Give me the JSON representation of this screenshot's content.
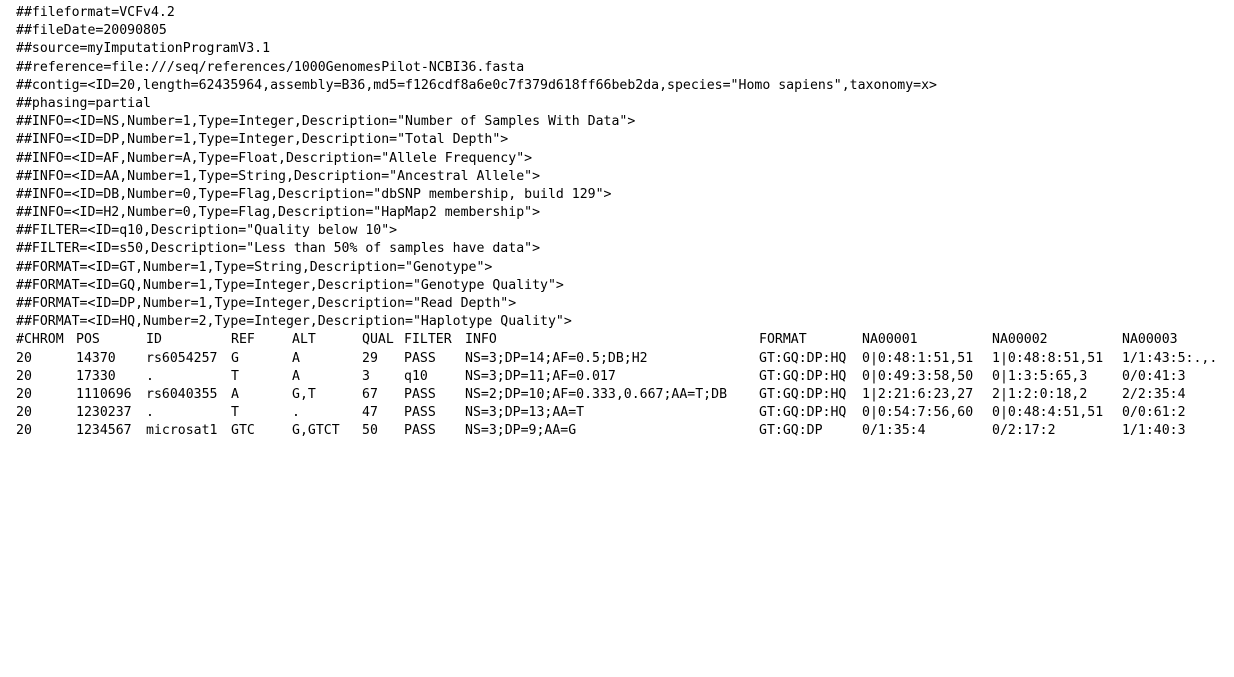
{
  "meta_lines": [
    "##fileformat=VCFv4.2",
    "##fileDate=20090805",
    "##source=myImputationProgramV3.1",
    "##reference=file:///seq/references/1000GenomesPilot-NCBI36.fasta",
    "##contig=<ID=20,length=62435964,assembly=B36,md5=f126cdf8a6e0c7f379d618ff66beb2da,species=\"Homo sapiens\",taxonomy=x>",
    "##phasing=partial",
    "##INFO=<ID=NS,Number=1,Type=Integer,Description=\"Number of Samples With Data\">",
    "##INFO=<ID=DP,Number=1,Type=Integer,Description=\"Total Depth\">",
    "##INFO=<ID=AF,Number=A,Type=Float,Description=\"Allele Frequency\">",
    "##INFO=<ID=AA,Number=1,Type=String,Description=\"Ancestral Allele\">",
    "##INFO=<ID=DB,Number=0,Type=Flag,Description=\"dbSNP membership, build 129\">",
    "##INFO=<ID=H2,Number=0,Type=Flag,Description=\"HapMap2 membership\">",
    "##FILTER=<ID=q10,Description=\"Quality below 10\">",
    "##FILTER=<ID=s50,Description=\"Less than 50% of samples have data\">",
    "##FORMAT=<ID=GT,Number=1,Type=String,Description=\"Genotype\">",
    "##FORMAT=<ID=GQ,Number=1,Type=Integer,Description=\"Genotype Quality\">",
    "##FORMAT=<ID=DP,Number=1,Type=Integer,Description=\"Read Depth\">",
    "##FORMAT=<ID=HQ,Number=2,Type=Integer,Description=\"Haplotype Quality\">"
  ],
  "columns": [
    "#CHROM",
    "POS",
    "ID",
    "REF",
    "ALT",
    "QUAL",
    "FILTER",
    "INFO",
    "FORMAT",
    "NA00001",
    "NA00002",
    "NA00003"
  ],
  "rows": [
    [
      "20",
      "14370",
      "rs6054257",
      "G",
      "A",
      "29",
      "PASS",
      "NS=3;DP=14;AF=0.5;DB;H2",
      "GT:GQ:DP:HQ",
      "0|0:48:1:51,51",
      "1|0:48:8:51,51",
      "1/1:43:5:.,."
    ],
    [
      "20",
      "17330",
      ".",
      "T",
      "A",
      "3",
      "q10",
      "NS=3;DP=11;AF=0.017",
      "GT:GQ:DP:HQ",
      "0|0:49:3:58,50",
      "0|1:3:5:65,3",
      "0/0:41:3"
    ],
    [
      "20",
      "1110696",
      "rs6040355",
      "A",
      "G,T",
      "67",
      "PASS",
      "NS=2;DP=10;AF=0.333,0.667;AA=T;DB",
      "GT:GQ:DP:HQ",
      "1|2:21:6:23,27",
      "2|1:2:0:18,2",
      "2/2:35:4"
    ],
    [
      "20",
      "1230237",
      ".",
      "T",
      ".",
      "47",
      "PASS",
      "NS=3;DP=13;AA=T",
      "GT:GQ:DP:HQ",
      "0|0:54:7:56,60",
      "0|0:48:4:51,51",
      "0/0:61:2"
    ],
    [
      "20",
      "1234567",
      "microsat1",
      "GTC",
      "G,GTCT",
      "50",
      "PASS",
      "NS=3;DP=9;AA=G",
      "GT:GQ:DP",
      "0/1:35:4",
      "0/2:17:2",
      "1/1:40:3"
    ]
  ]
}
